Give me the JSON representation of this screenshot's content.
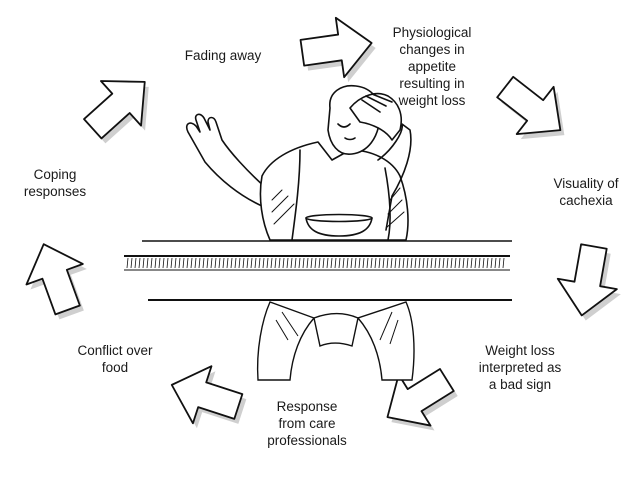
{
  "cycle": {
    "steps": [
      {
        "id": "fading",
        "label": "Fading away"
      },
      {
        "id": "physio",
        "label": "Physiological\nchanges in\nappetite\nresulting in\nweight loss"
      },
      {
        "id": "visual",
        "label": "Visuality of\ncachexia"
      },
      {
        "id": "weight",
        "label": "Weight loss\ninterpreted as\na bad sign"
      },
      {
        "id": "response",
        "label": "Response\nfrom care\nprofessionals"
      },
      {
        "id": "conflict",
        "label": "Conflict over\nfood"
      },
      {
        "id": "coping",
        "label": "Coping\nresponses"
      }
    ]
  },
  "illustration": {
    "subject": "man seated at table with bowl, hand raised to forehead",
    "arrow_style": "hand-drawn block arrows with drop shadow",
    "colors": {
      "ink": "#111111",
      "paper": "#ffffff",
      "shadow": "#cfcfcf"
    }
  }
}
